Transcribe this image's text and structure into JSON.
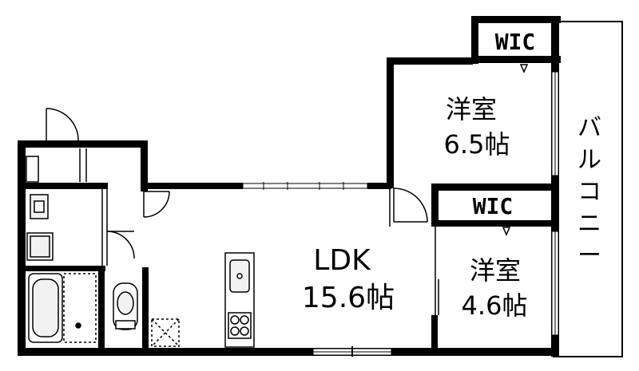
{
  "rooms": {
    "ldk": {
      "name": "LDK",
      "size": "15.6帖"
    },
    "bedroom_large": {
      "name": "洋室",
      "size": "6.5帖"
    },
    "bedroom_small": {
      "name": "洋室",
      "size": "4.6帖"
    }
  },
  "closets": {
    "upper": "WIC",
    "lower": "WIC"
  },
  "balcony": {
    "chars": [
      "バ",
      "ル",
      "コ",
      "ニ",
      "ー"
    ]
  },
  "colors": {
    "wall": "#000000",
    "line": "#000000",
    "fixture_fill": "#f2f2f2",
    "background": "#ffffff"
  }
}
